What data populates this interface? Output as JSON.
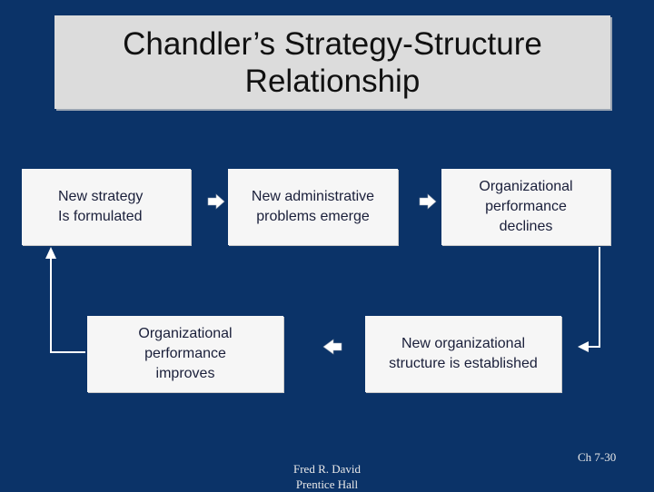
{
  "title": "Chandler’s Strategy-Structure\nRelationship",
  "steps": {
    "strategy_formulated": "New strategy\nIs formulated",
    "admin_problems": "New administrative\nproblems emerge",
    "performance_declines": "Organizational\nperformance\ndeclines",
    "structure_established": "New organizational\nstructure is established",
    "performance_improves": "Organizational\nperformance\nimproves"
  },
  "footer": {
    "author": "Fred R. David\nPrentice Hall",
    "slide_number": "Ch 7-30"
  },
  "colors": {
    "background": "#0b3368",
    "title_box": "#dcdcdc",
    "step_box": "#f6f6f6",
    "connector": "#ffffff"
  }
}
